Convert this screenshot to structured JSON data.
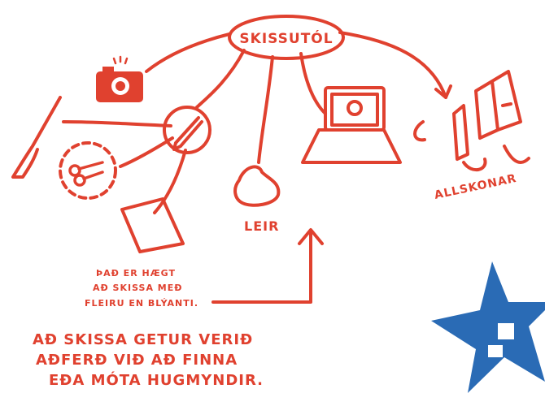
{
  "colors": {
    "ink": "#e0412f",
    "accent_star": "#2a6bb5",
    "background": "#ffffff"
  },
  "center_node": {
    "label": "SKISSUTÓL"
  },
  "branches": [
    {
      "name": "camera",
      "icon": "camera-icon"
    },
    {
      "name": "pencil",
      "icon": "pencil-icon"
    },
    {
      "name": "brush",
      "icon": "paintbrush-icon"
    },
    {
      "name": "scissors",
      "icon": "scissors-icon"
    },
    {
      "name": "paper",
      "icon": "folded-paper-icon"
    },
    {
      "name": "clay",
      "icon": "clay-icon",
      "label": "LEIR"
    },
    {
      "name": "laptop",
      "icon": "laptop-icon"
    },
    {
      "name": "misc",
      "icon": "assorted-materials-icon",
      "label": "ALLSKONAR"
    }
  ],
  "notes": {
    "small": [
      "ÞAÐ ER HÆGT",
      "AÐ SKISSA MEÐ",
      "FLEIRU EN BLÝANTI."
    ],
    "big": [
      "AÐ SKISSA GETUR VERIÐ",
      "AÐFERÐ VIÐ AÐ FINNA",
      "EÐA MÓTA HUGMYNDIR."
    ]
  }
}
